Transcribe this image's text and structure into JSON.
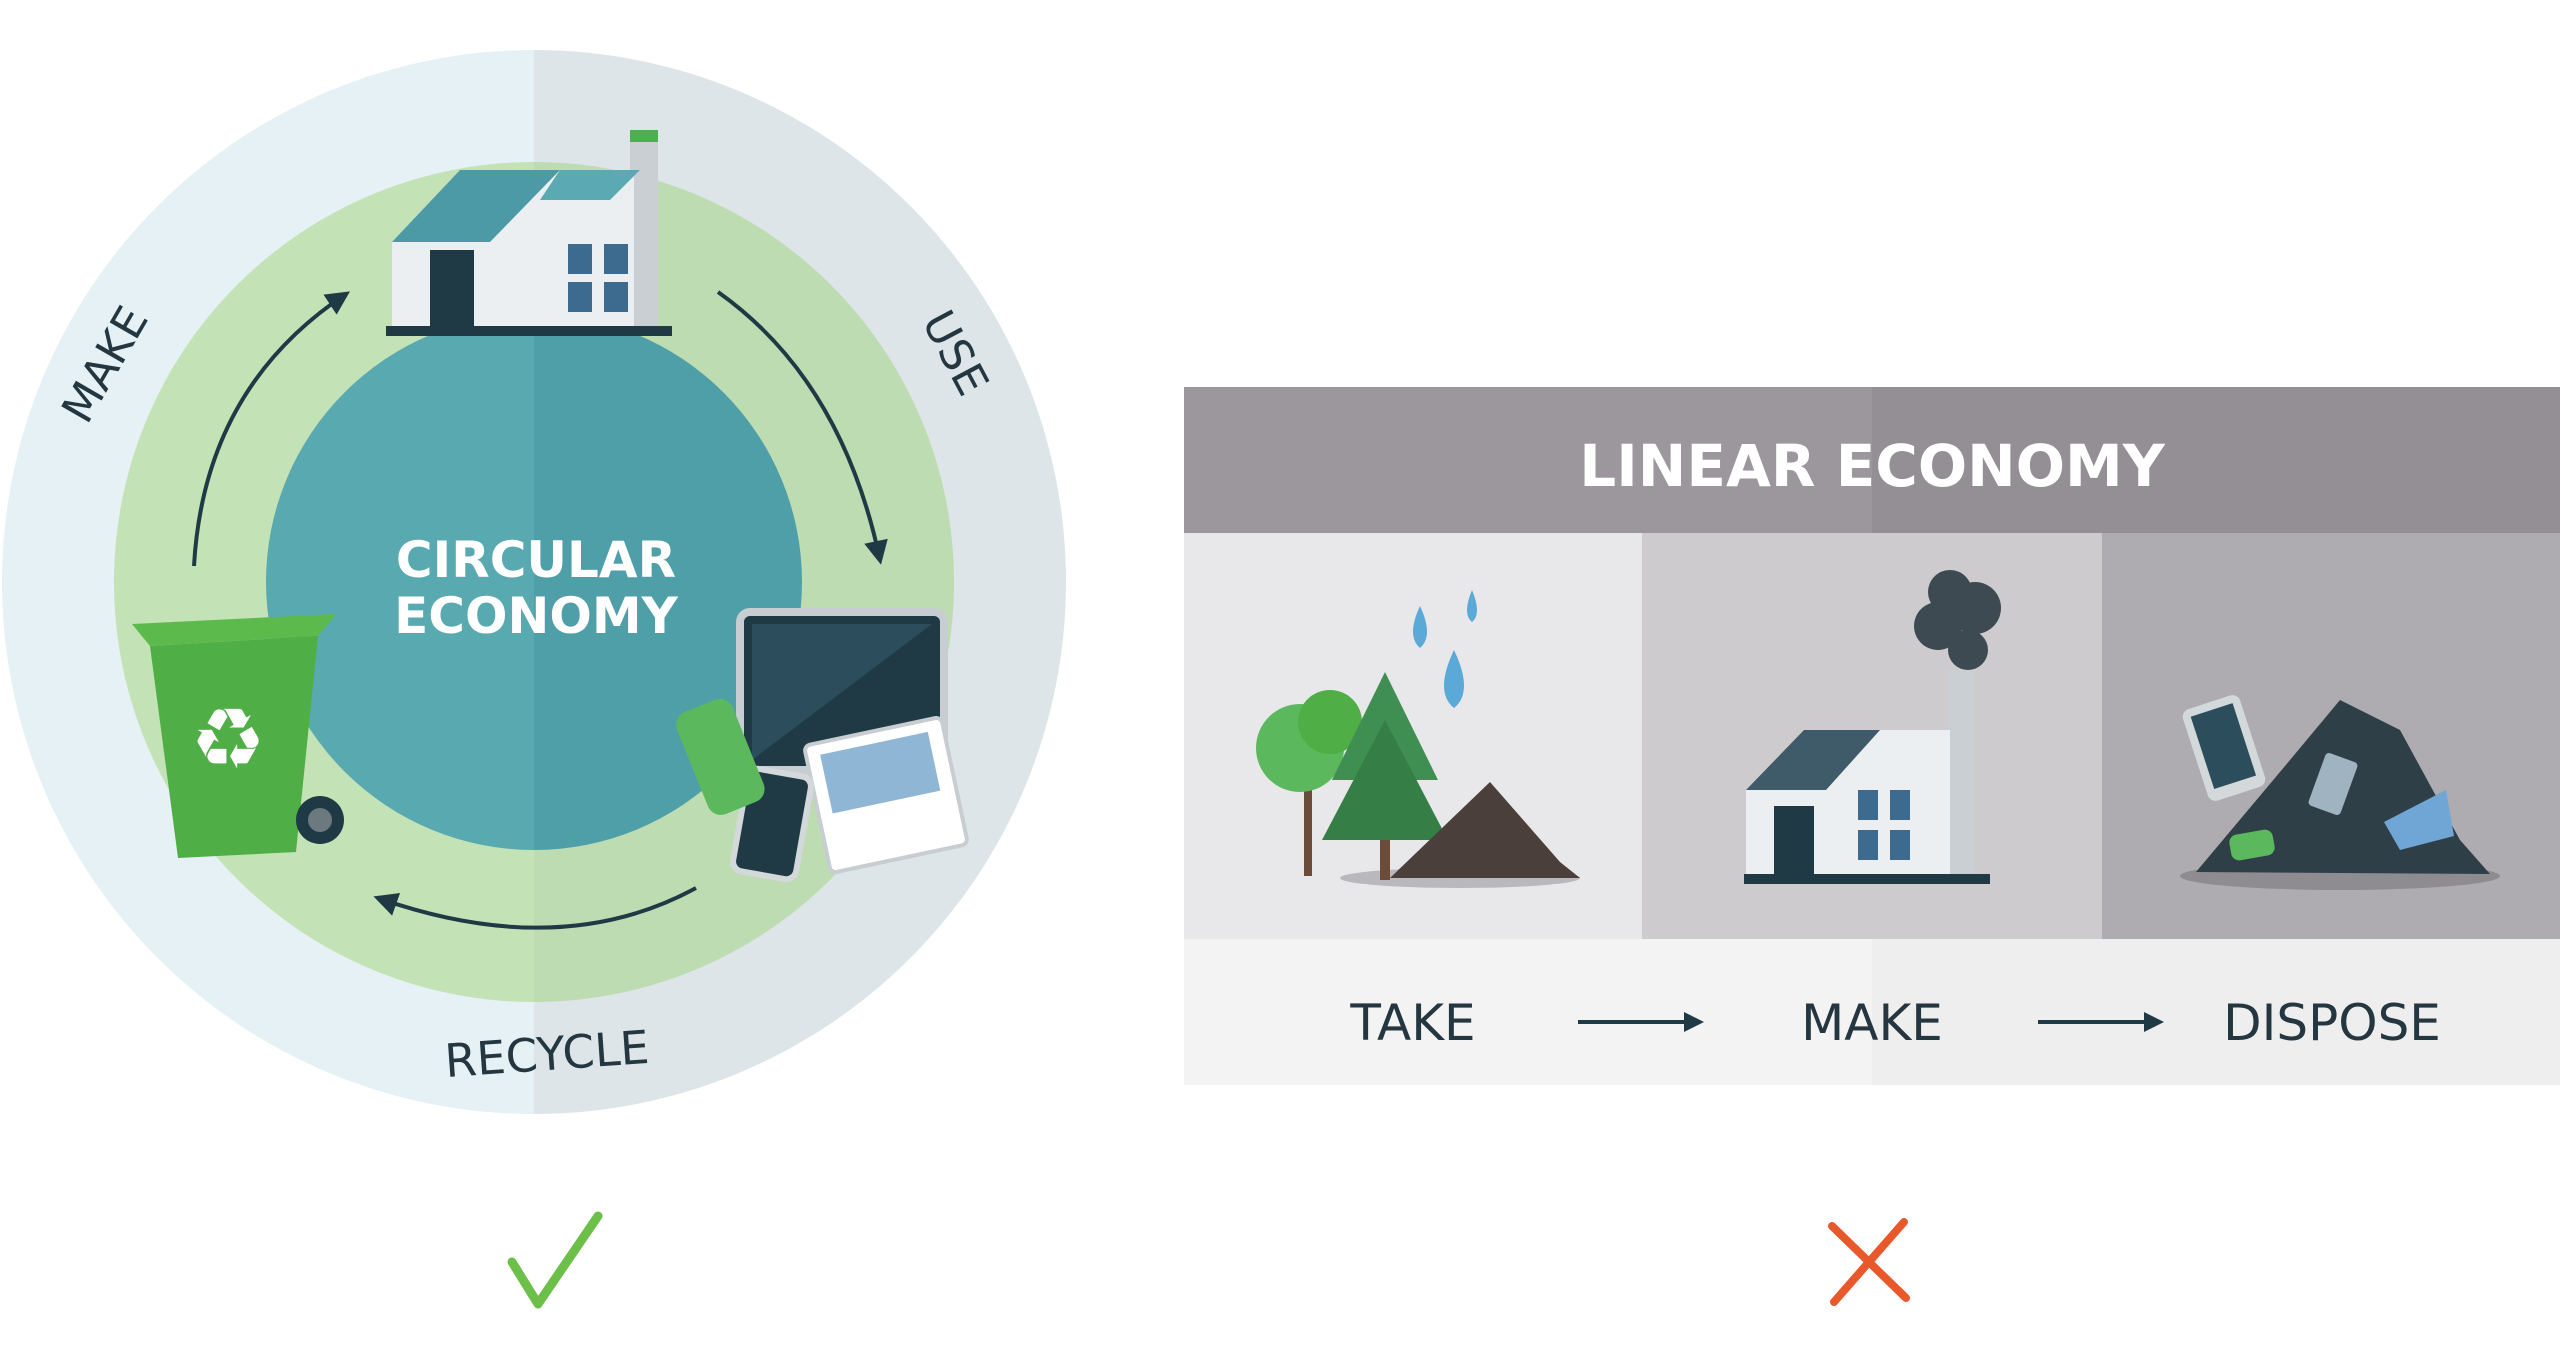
{
  "circular": {
    "title_line1": "CIRCULAR",
    "title_line2": "ECONOMY",
    "stage_make": "MAKE",
    "stage_use": "USE",
    "stage_recycle": "RECYCLE",
    "verdict": "check",
    "verdict_color": "#6cc04a"
  },
  "linear": {
    "title": "LINEAR ECONOMY",
    "steps": [
      "TAKE",
      "MAKE",
      "DISPOSE"
    ],
    "verdict": "cross",
    "verdict_color": "#e8582a"
  },
  "colors": {
    "outer_ring_left": "#e6f1f5",
    "outer_ring_right": "#dde5e8",
    "mid_ring_left": "#c3e2b6",
    "mid_ring_right": "#bddcb1",
    "core_left": "#59a9b1",
    "core_right": "#4f9fa8",
    "linear_header": "#9b979d",
    "text_dark": "#243640"
  }
}
